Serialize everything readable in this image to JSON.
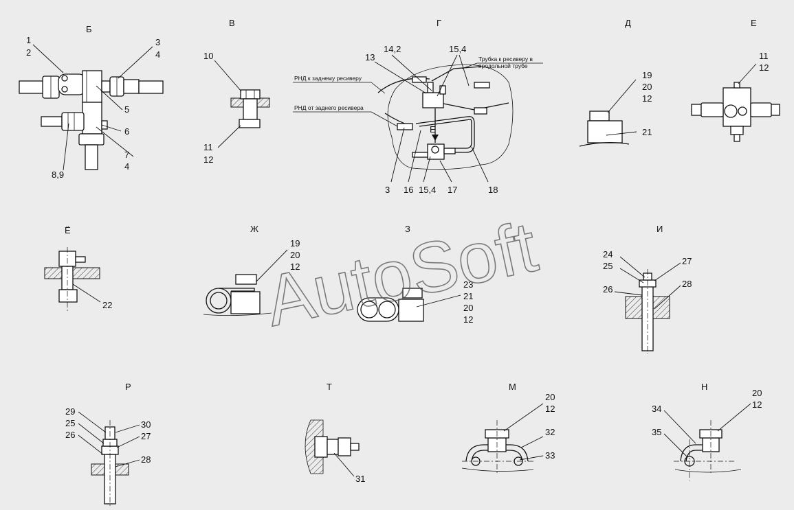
{
  "watermark": "AutoSoft",
  "views": [
    {
      "id": "B",
      "title": "Б"
    },
    {
      "id": "V",
      "title": "В"
    },
    {
      "id": "G",
      "title": "Г"
    },
    {
      "id": "D",
      "title": "Д"
    },
    {
      "id": "E",
      "title": "Е"
    },
    {
      "id": "YO",
      "title": "Ё"
    },
    {
      "id": "ZH",
      "title": "Ж"
    },
    {
      "id": "Z",
      "title": "З"
    },
    {
      "id": "I",
      "title": "И"
    },
    {
      "id": "R",
      "title": "Р"
    },
    {
      "id": "T",
      "title": "Т"
    },
    {
      "id": "M",
      "title": "М"
    },
    {
      "id": "N",
      "title": "Н"
    }
  ],
  "callouts": {
    "B": [
      "1",
      "2",
      "3",
      "4",
      "5",
      "6",
      "7",
      "4",
      "8,9"
    ],
    "V": [
      "10",
      "11",
      "12"
    ],
    "G": [
      "13",
      "14,2",
      "15,4",
      "3",
      "16",
      "15,4",
      "17",
      "18",
      "Е"
    ],
    "D": [
      "19",
      "20",
      "12",
      "21"
    ],
    "E": [
      "11",
      "12"
    ],
    "YO": [
      "22"
    ],
    "ZH": [
      "19",
      "20",
      "12"
    ],
    "Z": [
      "23",
      "21",
      "20",
      "12"
    ],
    "I": [
      "24",
      "25",
      "27",
      "26",
      "28"
    ],
    "R": [
      "29",
      "25",
      "30",
      "26",
      "27",
      "28"
    ],
    "T": [
      "31"
    ],
    "M": [
      "20",
      "12",
      "32",
      "33"
    ],
    "N": [
      "20",
      "12",
      "34",
      "35"
    ]
  },
  "notes": {
    "to_rear_receiver": "РНД к заднему ресиверу",
    "from_rear_receiver": "РНД от заднего ресивера",
    "tube_line1": "Трубка  к  ресиверу в",
    "tube_line2": "продольной  трубе"
  }
}
